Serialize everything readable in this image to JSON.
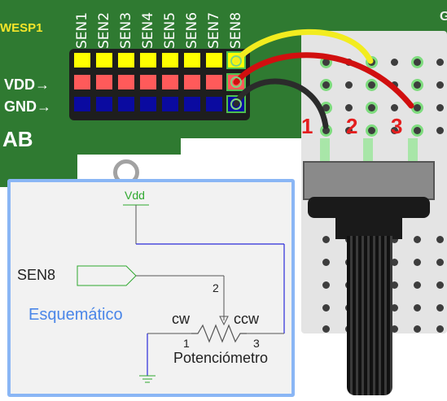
{
  "board": {
    "name": "WESP1",
    "vdd_label": "VDD→",
    "gnd_label": "GND→",
    "lab_label": "AB",
    "top_right_char": "G",
    "sensors": [
      "SEN1",
      "SEN2",
      "SEN3",
      "SEN4",
      "SEN5",
      "SEN6",
      "SEN7",
      "SEN8"
    ],
    "row_colors": [
      "#ffff00",
      "#ff5a5a",
      "#0a0aa0"
    ]
  },
  "breadboard": {
    "pin_labels": [
      "1",
      "2",
      "3"
    ]
  },
  "wires": {
    "colors": [
      "#f2ec1f",
      "#d10f0f",
      "#2b2b2b"
    ]
  },
  "schematic": {
    "title": "Esquemático",
    "vdd": "Vdd",
    "sen_label": "SEN8",
    "cw": "cw",
    "ccw": "ccw",
    "pin1": "1",
    "pin2": "2",
    "pin3": "3",
    "component": "Potenciómetro"
  }
}
